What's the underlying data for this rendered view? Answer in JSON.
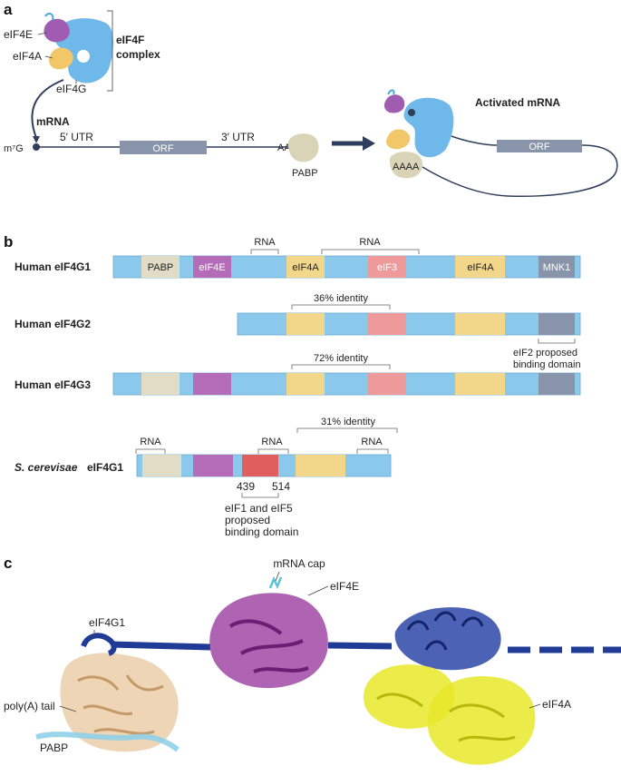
{
  "panels": {
    "a": "a",
    "b": "b",
    "c": "c"
  },
  "panel_a": {
    "eIF4E": "eIF4E",
    "eIF4A": "eIF4A",
    "eIF4G": "eIF4G",
    "complex_line1": "eIF4F",
    "complex_line2": "complex",
    "mrna": "mRNA",
    "cap": "m⁷G",
    "utr5": "5′ UTR",
    "orf": "ORF",
    "utr3": "3′ UTR",
    "polyA": "AAAA",
    "pabp": "PABP",
    "activated": "Activated mRNA",
    "activated_orf": "ORF",
    "activated_polyA": "AAAA"
  },
  "panel_b": {
    "rows": {
      "g1": "Human eIF4G1",
      "g2": "Human eIF4G2",
      "g3": "Human eIF4G3",
      "sc_italic": "S. cerevisae",
      "sc_rest": " eIF4G1"
    },
    "domains": {
      "pabp": "PABP",
      "eif4e": "eIF4E",
      "eif4a_1": "eIF4A",
      "eif3": "eIF3",
      "eif4a_2": "eIF4A",
      "mnk1": "MNK1"
    },
    "rna_labels": {
      "g1_a": "RNA",
      "g1_b": "RNA",
      "sc_a": "RNA",
      "sc_b": "RNA",
      "sc_c": "RNA"
    },
    "identity": {
      "g2": "36% identity",
      "g3": "72% identity",
      "sc": "31% identity"
    },
    "eif2_line1": "eIF2 proposed",
    "eif2_line2": "binding domain",
    "sc_pos_start": "439",
    "sc_pos_end": "514",
    "sc_domain_line1": "eIF1 and eIF5",
    "sc_domain_line2": "proposed",
    "sc_domain_line3": "binding domain"
  },
  "panel_c": {
    "mrna_cap": "mRNA cap",
    "eIF4E": "eIF4E",
    "eIF4G1": "eIF4G1",
    "polyA_tail": "poly(A) tail",
    "pabp": "PABP",
    "eIF4A": "eIF4A"
  },
  "colors": {
    "blue": "#8ac8ec",
    "beige": "#e0dcc6",
    "purple": "#b46cb8",
    "yellow": "#f2d68a",
    "pink": "#ef9a9a",
    "red": "#e05e5e",
    "slate": "#8894aa",
    "navy": "#1f3b96"
  }
}
